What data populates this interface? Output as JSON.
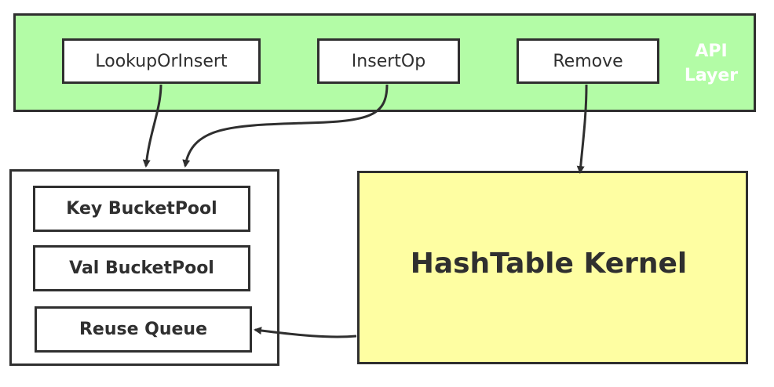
{
  "colors": {
    "api_layer_bg": "#b3fca6",
    "kernel_bg": "#fefea2",
    "stroke": "#2f2f2f"
  },
  "api_layer": {
    "label_line1": "API",
    "label_line2": "Layer",
    "ops": [
      "LookupOrInsert",
      "InsertOp",
      "Remove"
    ]
  },
  "storage": {
    "items": [
      "Key BucketPool",
      "Val BucketPool",
      "Reuse Queue"
    ]
  },
  "kernel": {
    "title": "HashTable Kernel"
  }
}
